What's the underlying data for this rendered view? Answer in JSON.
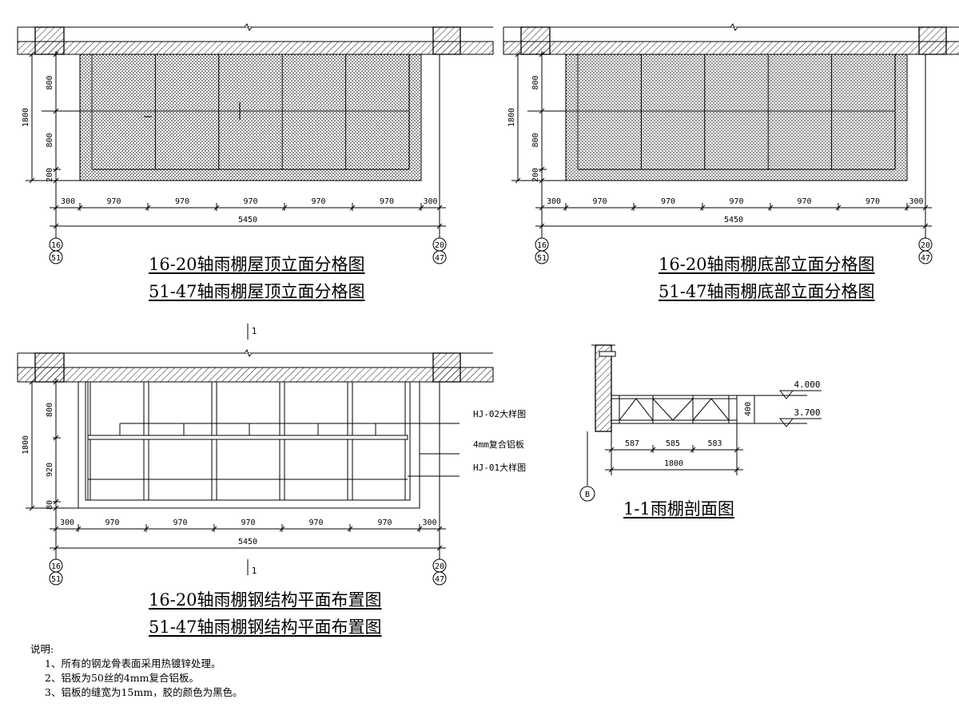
{
  "views": {
    "elev1": {
      "title_1": "16-20轴雨棚屋顶立面分格图",
      "title_2": "51-47轴雨棚屋顶立面分格图",
      "vdims": [
        "800",
        "800",
        "200"
      ],
      "vtotal": "1800",
      "hdims": [
        "300",
        "970",
        "970",
        "970",
        "970",
        "970",
        "300"
      ],
      "htotal": "5450",
      "axis_left": [
        "16",
        "51"
      ],
      "axis_right": [
        "20",
        "47"
      ]
    },
    "elev2": {
      "title_1": "16-20轴雨棚底部立面分格图",
      "title_2": "51-47轴雨棚底部立面分格图",
      "vdims": [
        "800",
        "800",
        "200"
      ],
      "vtotal": "1800",
      "hdims": [
        "300",
        "970",
        "970",
        "970",
        "970",
        "970",
        "300"
      ],
      "htotal": "5450",
      "axis_left": [
        "16",
        "51"
      ],
      "axis_right": [
        "20",
        "47"
      ]
    },
    "plan": {
      "title_1": "16-20轴雨棚钢结构平面布置图",
      "title_2": "51-47轴雨棚钢结构平面布置图",
      "vdims": [
        "800",
        "920",
        "80"
      ],
      "vtotal": "1800",
      "hdims": [
        "300",
        "970",
        "970",
        "970",
        "970",
        "970",
        "300"
      ],
      "htotal": "5450",
      "axis_left": [
        "16",
        "51"
      ],
      "axis_right": [
        "20",
        "47"
      ],
      "callouts": [
        "HJ-02大样图",
        "4mm复合铝板",
        "HJ-01大样图"
      ],
      "section_mark": "1"
    },
    "section": {
      "title": "1-1雨棚剖面图",
      "elev_top": "4.000",
      "elev_bottom": "3.700",
      "depth_label": "400",
      "hdims": [
        "587",
        "585",
        "583"
      ],
      "htotal": "1800",
      "axis": "B"
    }
  },
  "notes": {
    "heading": "说明:",
    "items": [
      "1、所有的钢龙骨表面采用热镀锌处理。",
      "2、铝板为50丝的4mm复合铝板。",
      "3、铝板的缝宽为15mm，胶的颜色为黑色。"
    ]
  }
}
